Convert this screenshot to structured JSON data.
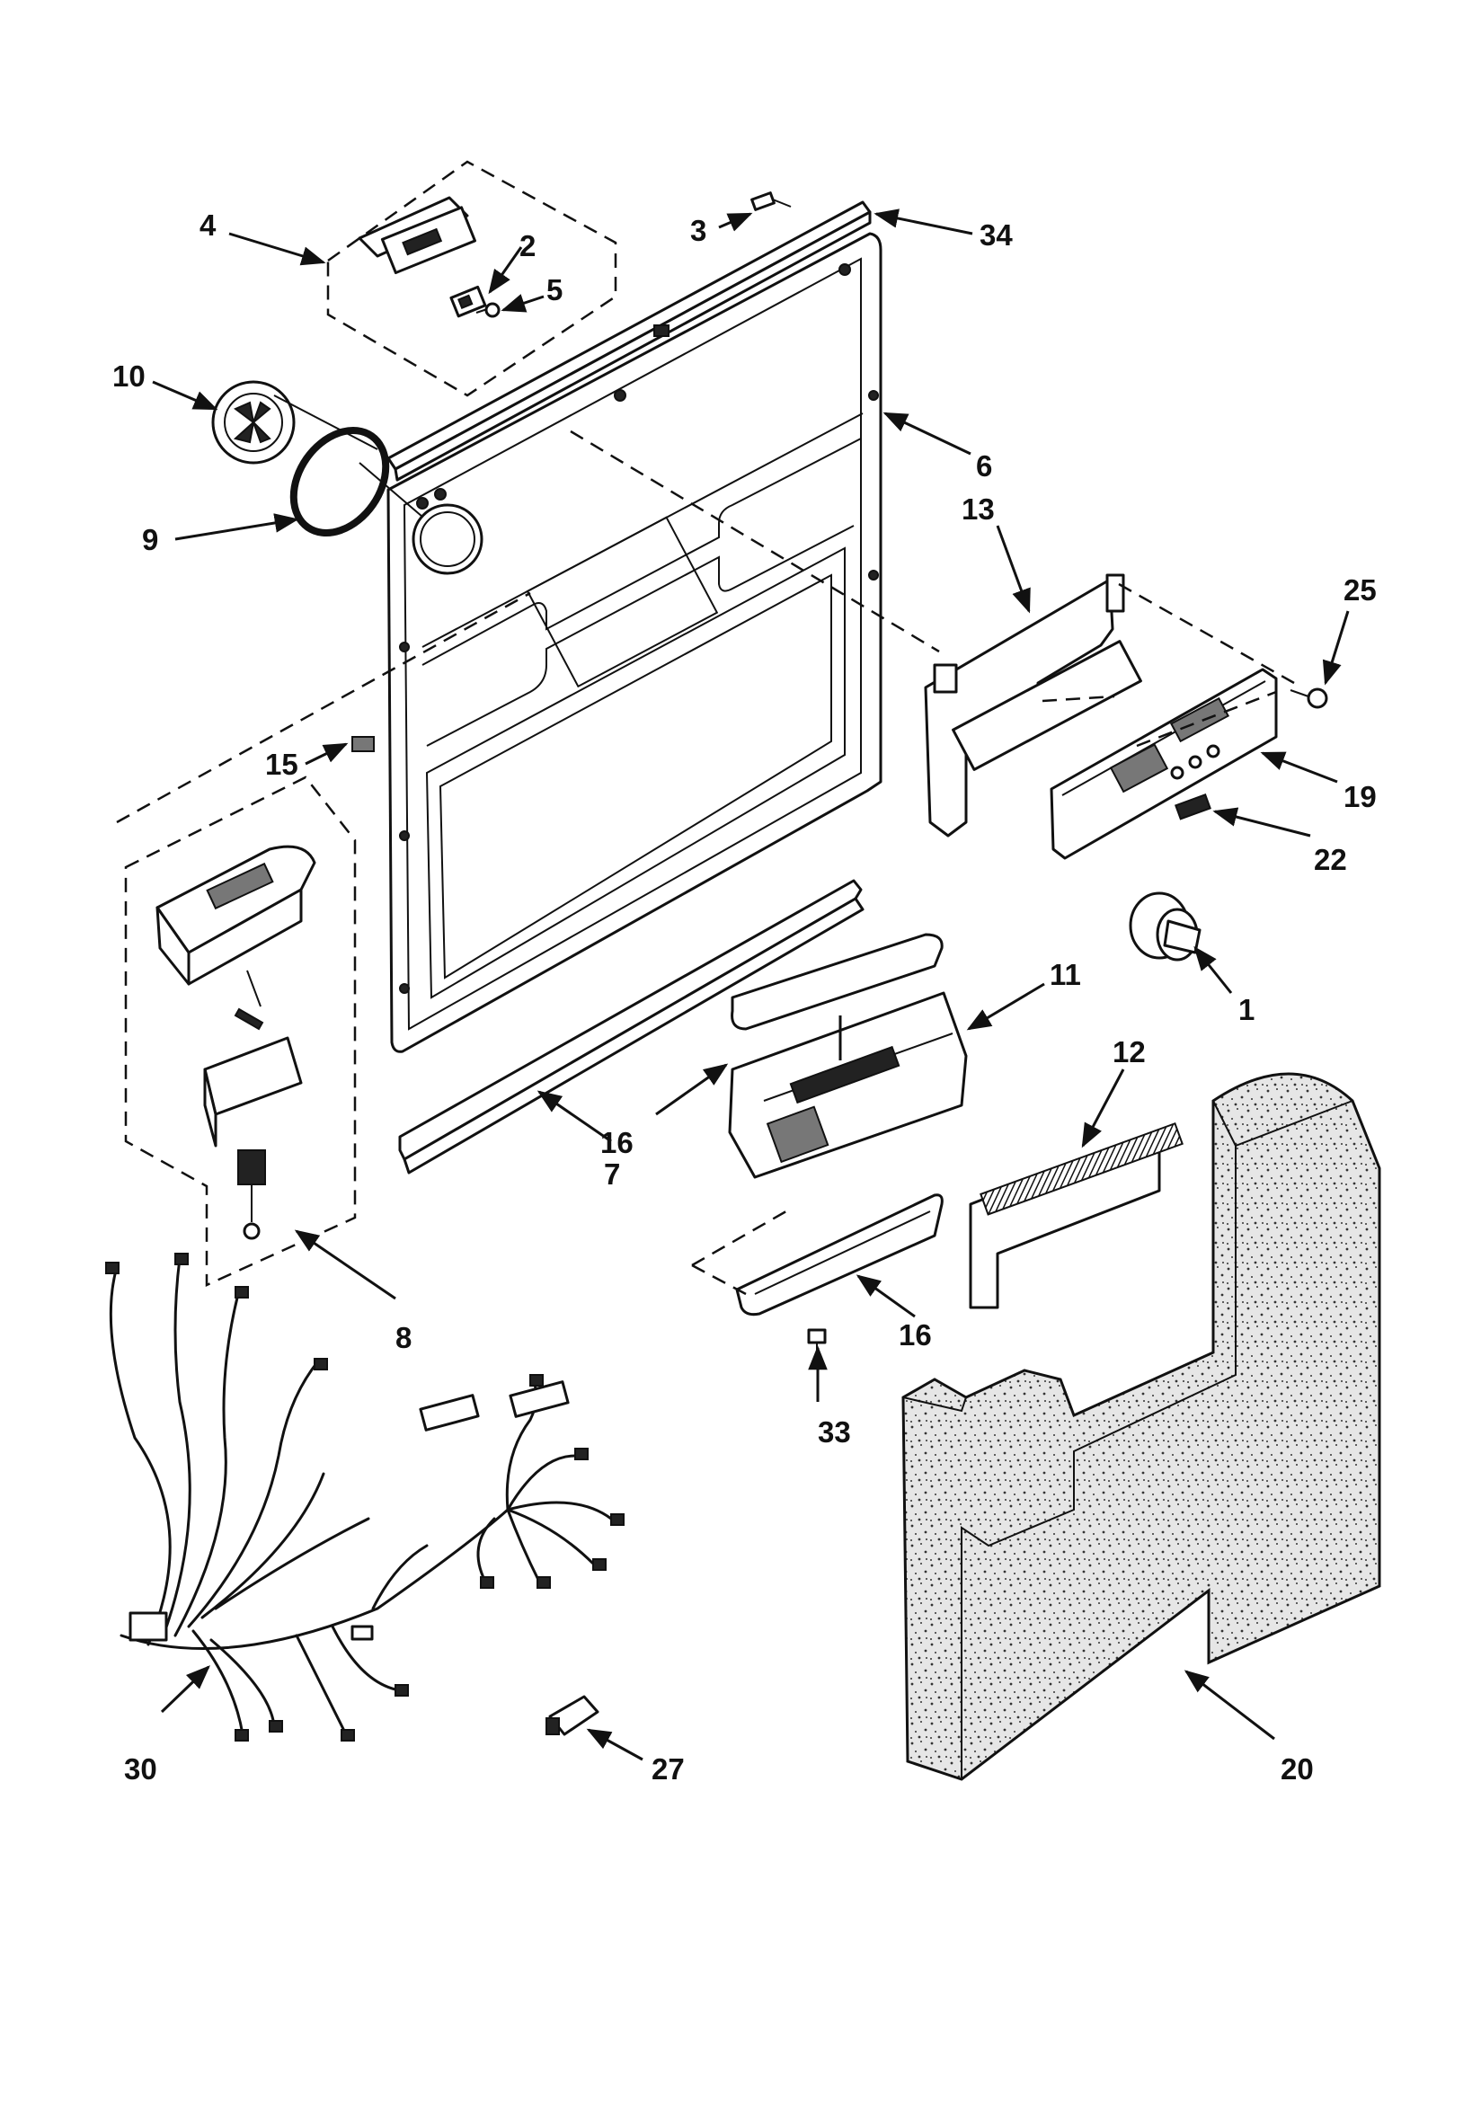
{
  "diagram": {
    "callouts": [
      {
        "id": "c1",
        "text": "1"
      },
      {
        "id": "c2",
        "text": "2"
      },
      {
        "id": "c3",
        "text": "3"
      },
      {
        "id": "c4",
        "text": "4"
      },
      {
        "id": "c5",
        "text": "5"
      },
      {
        "id": "c6",
        "text": "6"
      },
      {
        "id": "c7",
        "text": "7"
      },
      {
        "id": "c8",
        "text": "8"
      },
      {
        "id": "c9",
        "text": "9"
      },
      {
        "id": "c10",
        "text": "10"
      },
      {
        "id": "c11",
        "text": "11"
      },
      {
        "id": "c12",
        "text": "12"
      },
      {
        "id": "c13",
        "text": "13"
      },
      {
        "id": "c15",
        "text": "15"
      },
      {
        "id": "c16a",
        "text": "16"
      },
      {
        "id": "c16b",
        "text": "16"
      },
      {
        "id": "c19",
        "text": "19"
      },
      {
        "id": "c20",
        "text": "20"
      },
      {
        "id": "c22",
        "text": "22"
      },
      {
        "id": "c25",
        "text": "25"
      },
      {
        "id": "c27",
        "text": "27"
      },
      {
        "id": "c30",
        "text": "30"
      },
      {
        "id": "c33",
        "text": "33"
      },
      {
        "id": "c34",
        "text": "34"
      }
    ]
  }
}
